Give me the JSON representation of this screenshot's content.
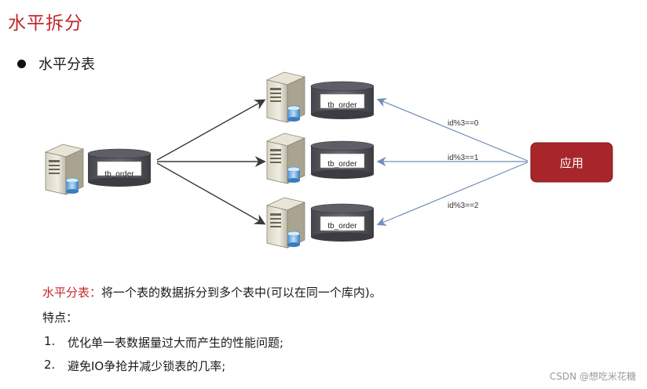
{
  "title": "水平拆分",
  "bullet": "水平分表",
  "diagram": {
    "source_table": "tb_order",
    "target_tables": [
      "tb_order",
      "tb_order",
      "tb_order"
    ],
    "conditions": [
      "id%3==0",
      "id%3==1",
      "id%3==2"
    ],
    "app_label": "应用",
    "colors": {
      "app_fill": "#a8262b",
      "arrow_dark": "#3a3a3a",
      "arrow_blue": "#6f8fb8",
      "cylinder": "#55555d"
    }
  },
  "description": {
    "term": "水平分表",
    "separator": "：",
    "text": "将一个表的数据拆分到多个表中(可以在同一个库内)。"
  },
  "traits_title": "特点：",
  "traits": [
    {
      "num": "1.",
      "text": "优化单一表数据量过大而产生的性能问题;"
    },
    {
      "num": "2.",
      "text": "避免IO争抢并减少锁表的几率;"
    }
  ],
  "watermark": "CSDN @想吃米花糖"
}
